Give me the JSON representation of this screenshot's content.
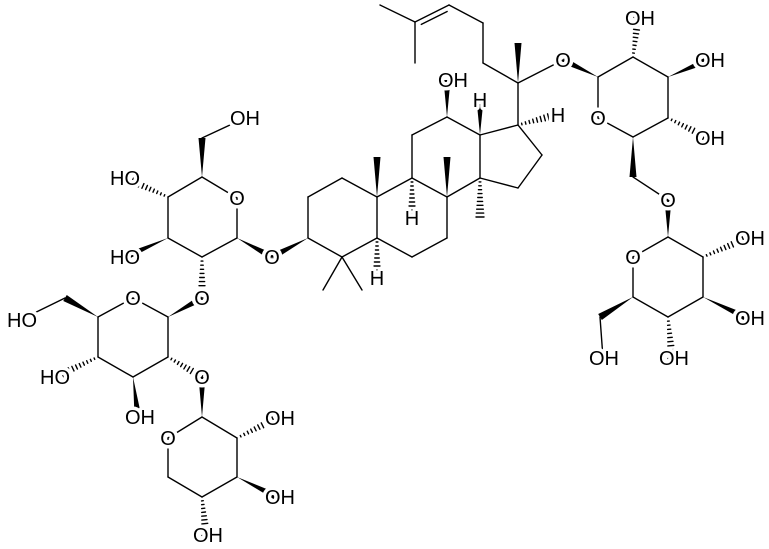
{
  "title": "Triterpene saponin structure",
  "labels": {
    "glc1_o6": "OH",
    "glc1_o4": "HO",
    "glc1_ring_o": "O",
    "glc1_o3": "HO",
    "o3_link": "O",
    "glc1_o2_link": "O",
    "glc2_ring_o": "O",
    "glc2_o6": "HO",
    "glc2_o4": "HO",
    "glc2_o2_link": "O",
    "glc2_o3": "OH",
    "xyl_ring_o": "O",
    "xyl_o2": "OH",
    "xyl_o3": "OH",
    "xyl_o4": "OH",
    "c12_oh": "OH",
    "h13": "H",
    "h17": "H",
    "h9": "H",
    "h5": "H",
    "o20_link": "O",
    "glc3_o2": "OH",
    "glc3_o3": "OH",
    "glc3_ring_o": "O",
    "glc3_o4": "OH",
    "glc3_o6_link": "O",
    "glc4_o2": "OH",
    "glc4_ring_o": "O",
    "glc4_o3": "OH",
    "glc4_o4": "OH",
    "glc4_o6": "OH"
  }
}
